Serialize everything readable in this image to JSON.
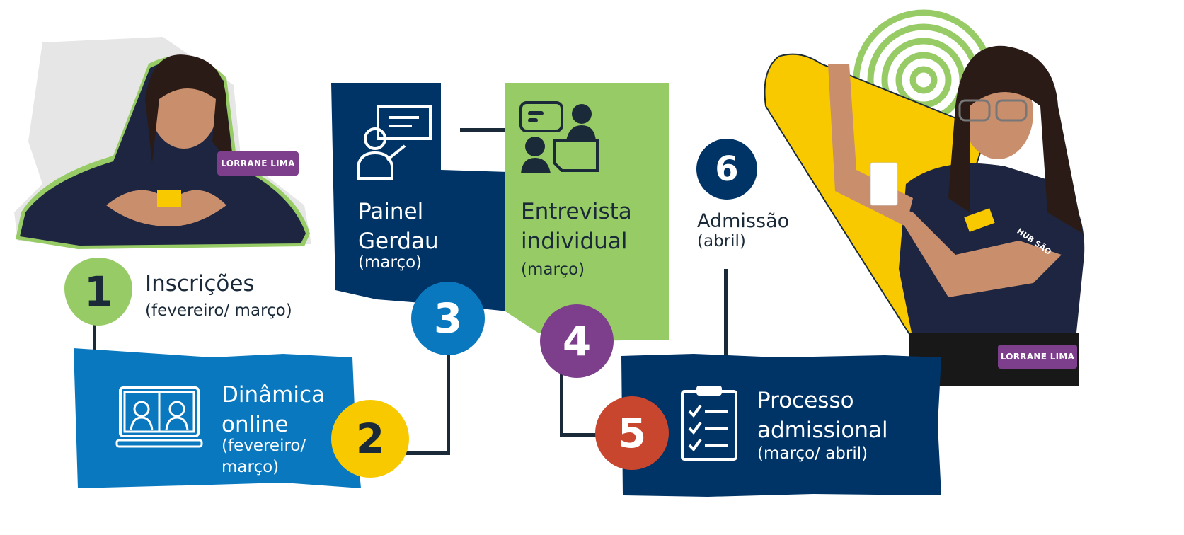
{
  "colors": {
    "navy": "#003366",
    "blue": "#0a78be",
    "green": "#97cb65",
    "yellow": "#f9c900",
    "purple": "#7d3f8c",
    "red": "#c9462e",
    "dark": "#1b2a38"
  },
  "people": [
    {
      "name_badge": "LORRANE LIMA"
    },
    {
      "name_badge": "LORRANE LIMA",
      "shirt_text": "HUB SÃO"
    }
  ],
  "steps": [
    {
      "number": "1",
      "title": "Inscrições",
      "period": "(fevereiro/ março)"
    },
    {
      "number": "2",
      "title_line1": "Dinâmica",
      "title_line2": "online",
      "period_line1": "(fevereiro/",
      "period_line2": "março)",
      "icon": "video-call-laptop-icon"
    },
    {
      "number": "3",
      "title_line1": "Painel",
      "title_line2": "Gerdau",
      "period": "(março)",
      "icon": "presenter-icon"
    },
    {
      "number": "4",
      "title_line1": "Entrevista",
      "title_line2": "individual",
      "period": "(março)",
      "icon": "conversation-icon"
    },
    {
      "number": "5",
      "title_line1": "Processo",
      "title_line2": "admissional",
      "period": "(março/ abril)",
      "icon": "checklist-clipboard-icon"
    },
    {
      "number": "6",
      "title": "Admissão",
      "period": "(abril)"
    }
  ]
}
